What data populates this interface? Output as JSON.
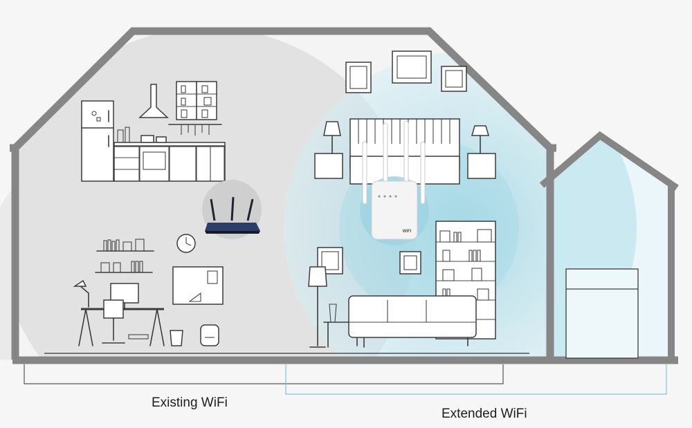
{
  "labels": {
    "existing": "Existing WiFi",
    "extended": "Extended WiFi"
  },
  "colors": {
    "house_outline": "#868686",
    "existing_zone": "#dcdcdc",
    "extended_zone": "#a8d9e6",
    "bracket_existing": "#555555",
    "bracket_extended": "#7fc3d6"
  },
  "icons": [
    "router-icon",
    "repeater-icon",
    "wall-clock-icon"
  ],
  "repeater_badge": "WIFI"
}
